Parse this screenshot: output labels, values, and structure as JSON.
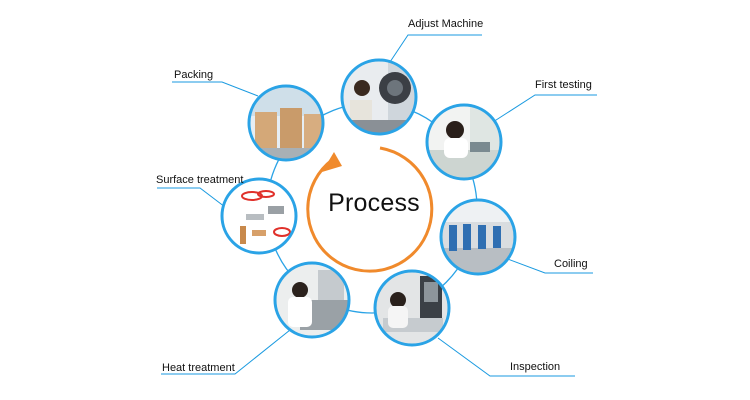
{
  "center": {
    "title": "Process"
  },
  "colors": {
    "accent": "#1a9ae0",
    "arrow": "#f08a2c",
    "ring": "#2aa3e6"
  },
  "steps": [
    {
      "label": "Adjust Machine",
      "photo": "machine-operator-photo"
    },
    {
      "label": "First testing",
      "photo": "technician-testing-photo"
    },
    {
      "label": "Coiling",
      "photo": "coiling-workshop-photo"
    },
    {
      "label": "Inspection",
      "photo": "inspection-station-photo"
    },
    {
      "label": "Heat treatment",
      "photo": "heat-treatment-worker-photo"
    },
    {
      "label": "Surface treatment",
      "photo": "treated-springs-photo"
    },
    {
      "label": "Packing",
      "photo": "packed-cartons-photo"
    }
  ]
}
